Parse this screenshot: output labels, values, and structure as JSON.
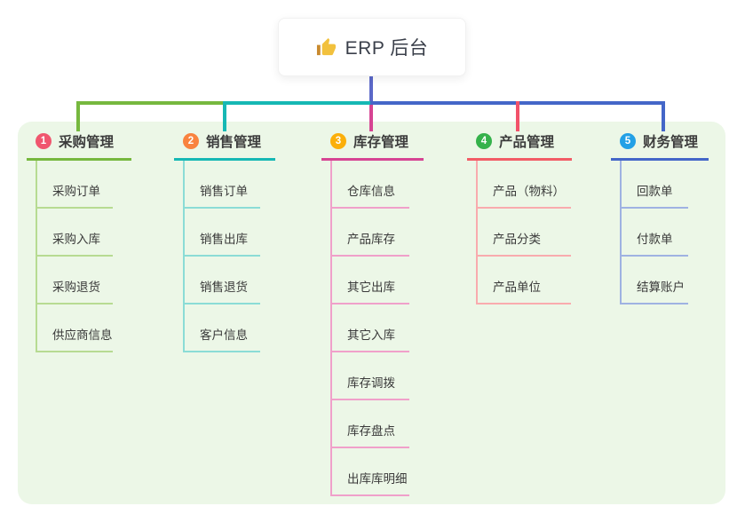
{
  "root": {
    "label": "ERP 后台",
    "icon": "thumbs-up-icon",
    "card_bg": "#ffffff",
    "connector_color": "#5b68c8"
  },
  "panel": {
    "bg_color": "#ecf7e7"
  },
  "branches": [
    {
      "index": "1",
      "label": "采购管理",
      "line_color": "#76b83e",
      "child_line_color": "#b7db92",
      "badge_color": "#f0566e",
      "children": [
        "采购订单",
        "采购入库",
        "采购退货",
        "供应商信息"
      ]
    },
    {
      "index": "2",
      "label": "销售管理",
      "line_color": "#16b8b4",
      "child_line_color": "#8bdcd6",
      "badge_color": "#f9833f",
      "children": [
        "销售订单",
        "销售出库",
        "销售退货",
        "客户信息"
      ]
    },
    {
      "index": "3",
      "label": "库存管理",
      "line_color": "#d64493",
      "child_line_color": "#f0a0ca",
      "badge_color": "#fbaf0a",
      "children": [
        "仓库信息",
        "产品库存",
        "其它出库",
        "其它入库",
        "库存调拨",
        "库存盘点",
        "出库库明细"
      ]
    },
    {
      "index": "4",
      "label": "产品管理",
      "line_color": "#f25c66",
      "child_line_color": "#f9abae",
      "badge_color": "#35b24b",
      "children": [
        "产品（物料）",
        "产品分类",
        "产品单位"
      ]
    },
    {
      "index": "5",
      "label": "财务管理",
      "line_color": "#4466c8",
      "child_line_color": "#9fb2e2",
      "badge_color": "#22a0e6",
      "children": [
        "回款单",
        "付款单",
        "结算账户"
      ]
    }
  ]
}
